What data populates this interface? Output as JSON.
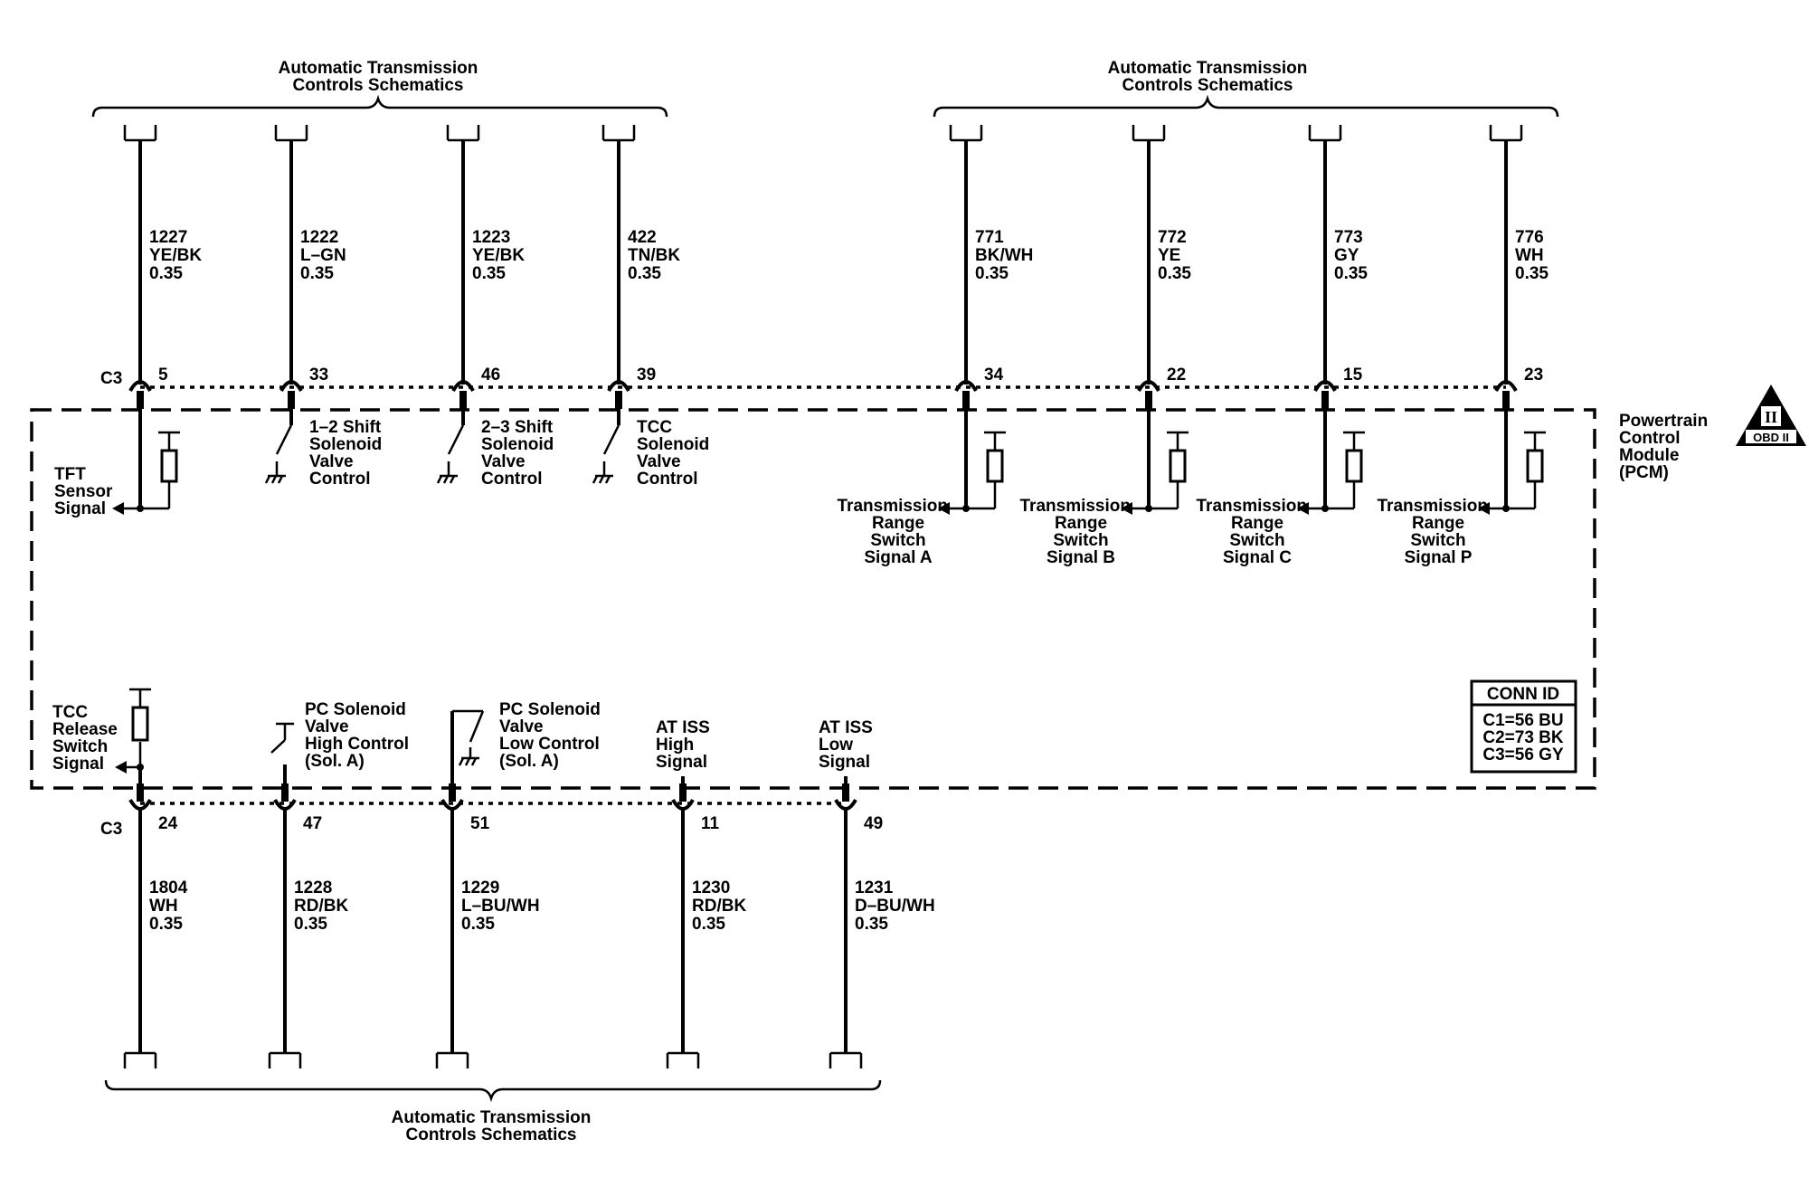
{
  "headers": {
    "top_left": [
      "Automatic Transmission",
      "Controls Schematics"
    ],
    "top_right": [
      "Automatic Transmission",
      "Controls Schematics"
    ],
    "bottom": [
      "Automatic Transmission",
      "Controls Schematics"
    ]
  },
  "pcm_label": [
    "Powertrain",
    "Control",
    "Module",
    "(PCM)"
  ],
  "badge": {
    "numeral": "II",
    "text": "OBD II"
  },
  "conn_id": {
    "title": "CONN ID",
    "lines": [
      "C1=56 BU",
      "C2=73 BK",
      "C3=56 GY"
    ]
  },
  "connector_name": "C3",
  "top_wires": [
    {
      "circuit": "1227",
      "color": "YE/BK",
      "size": "0.35",
      "pin": "5",
      "kind": "pullup",
      "label": [
        "TFT",
        "Sensor",
        "Signal"
      ]
    },
    {
      "circuit": "1222",
      "color": "L–GN",
      "size": "0.35",
      "pin": "33",
      "kind": "switch",
      "label": [
        "1–2 Shift",
        "Solenoid",
        "Valve",
        "Control"
      ]
    },
    {
      "circuit": "1223",
      "color": "YE/BK",
      "size": "0.35",
      "pin": "46",
      "kind": "switch",
      "label": [
        "2–3 Shift",
        "Solenoid",
        "Valve",
        "Control"
      ]
    },
    {
      "circuit": "422",
      "color": "TN/BK",
      "size": "0.35",
      "pin": "39",
      "kind": "switch",
      "label": [
        "TCC",
        "Solenoid",
        "Valve",
        "Control"
      ]
    },
    {
      "circuit": "771",
      "color": "BK/WH",
      "size": "0.35",
      "pin": "34",
      "kind": "pullup",
      "label": [
        "Transmission",
        "Range",
        "Switch",
        "Signal A"
      ]
    },
    {
      "circuit": "772",
      "color": "YE",
      "size": "0.35",
      "pin": "22",
      "kind": "pullup",
      "label": [
        "Transmission",
        "Range",
        "Switch",
        "Signal B"
      ]
    },
    {
      "circuit": "773",
      "color": "GY",
      "size": "0.35",
      "pin": "15",
      "kind": "pullup",
      "label": [
        "Transmission",
        "Range",
        "Switch",
        "Signal C"
      ]
    },
    {
      "circuit": "776",
      "color": "WH",
      "size": "0.35",
      "pin": "23",
      "kind": "pullup",
      "label": [
        "Transmission",
        "Range",
        "Switch",
        "Signal P"
      ]
    }
  ],
  "bottom_wires": [
    {
      "circuit": "1804",
      "color": "WH",
      "size": "0.35",
      "pin": "24",
      "kind": "pullup",
      "label": [
        "TCC",
        "Release",
        "Switch",
        "Signal"
      ]
    },
    {
      "circuit": "1228",
      "color": "RD/BK",
      "size": "0.35",
      "pin": "47",
      "kind": "switch-high",
      "label": [
        "PC Solenoid",
        "Valve",
        "High Control",
        "(Sol. A)"
      ]
    },
    {
      "circuit": "1229",
      "color": "L–BU/WH",
      "size": "0.35",
      "pin": "51",
      "kind": "switch-low",
      "label": [
        "PC Solenoid",
        "Valve",
        "Low Control",
        "(Sol. A)"
      ]
    },
    {
      "circuit": "1230",
      "color": "RD/BK",
      "size": "0.35",
      "pin": "11",
      "kind": "signal",
      "label": [
        "AT ISS",
        "High",
        "Signal"
      ]
    },
    {
      "circuit": "1231",
      "color": "D–BU/WH",
      "size": "0.35",
      "pin": "49",
      "kind": "signal",
      "label": [
        "AT ISS",
        "Low",
        "Signal"
      ]
    }
  ]
}
